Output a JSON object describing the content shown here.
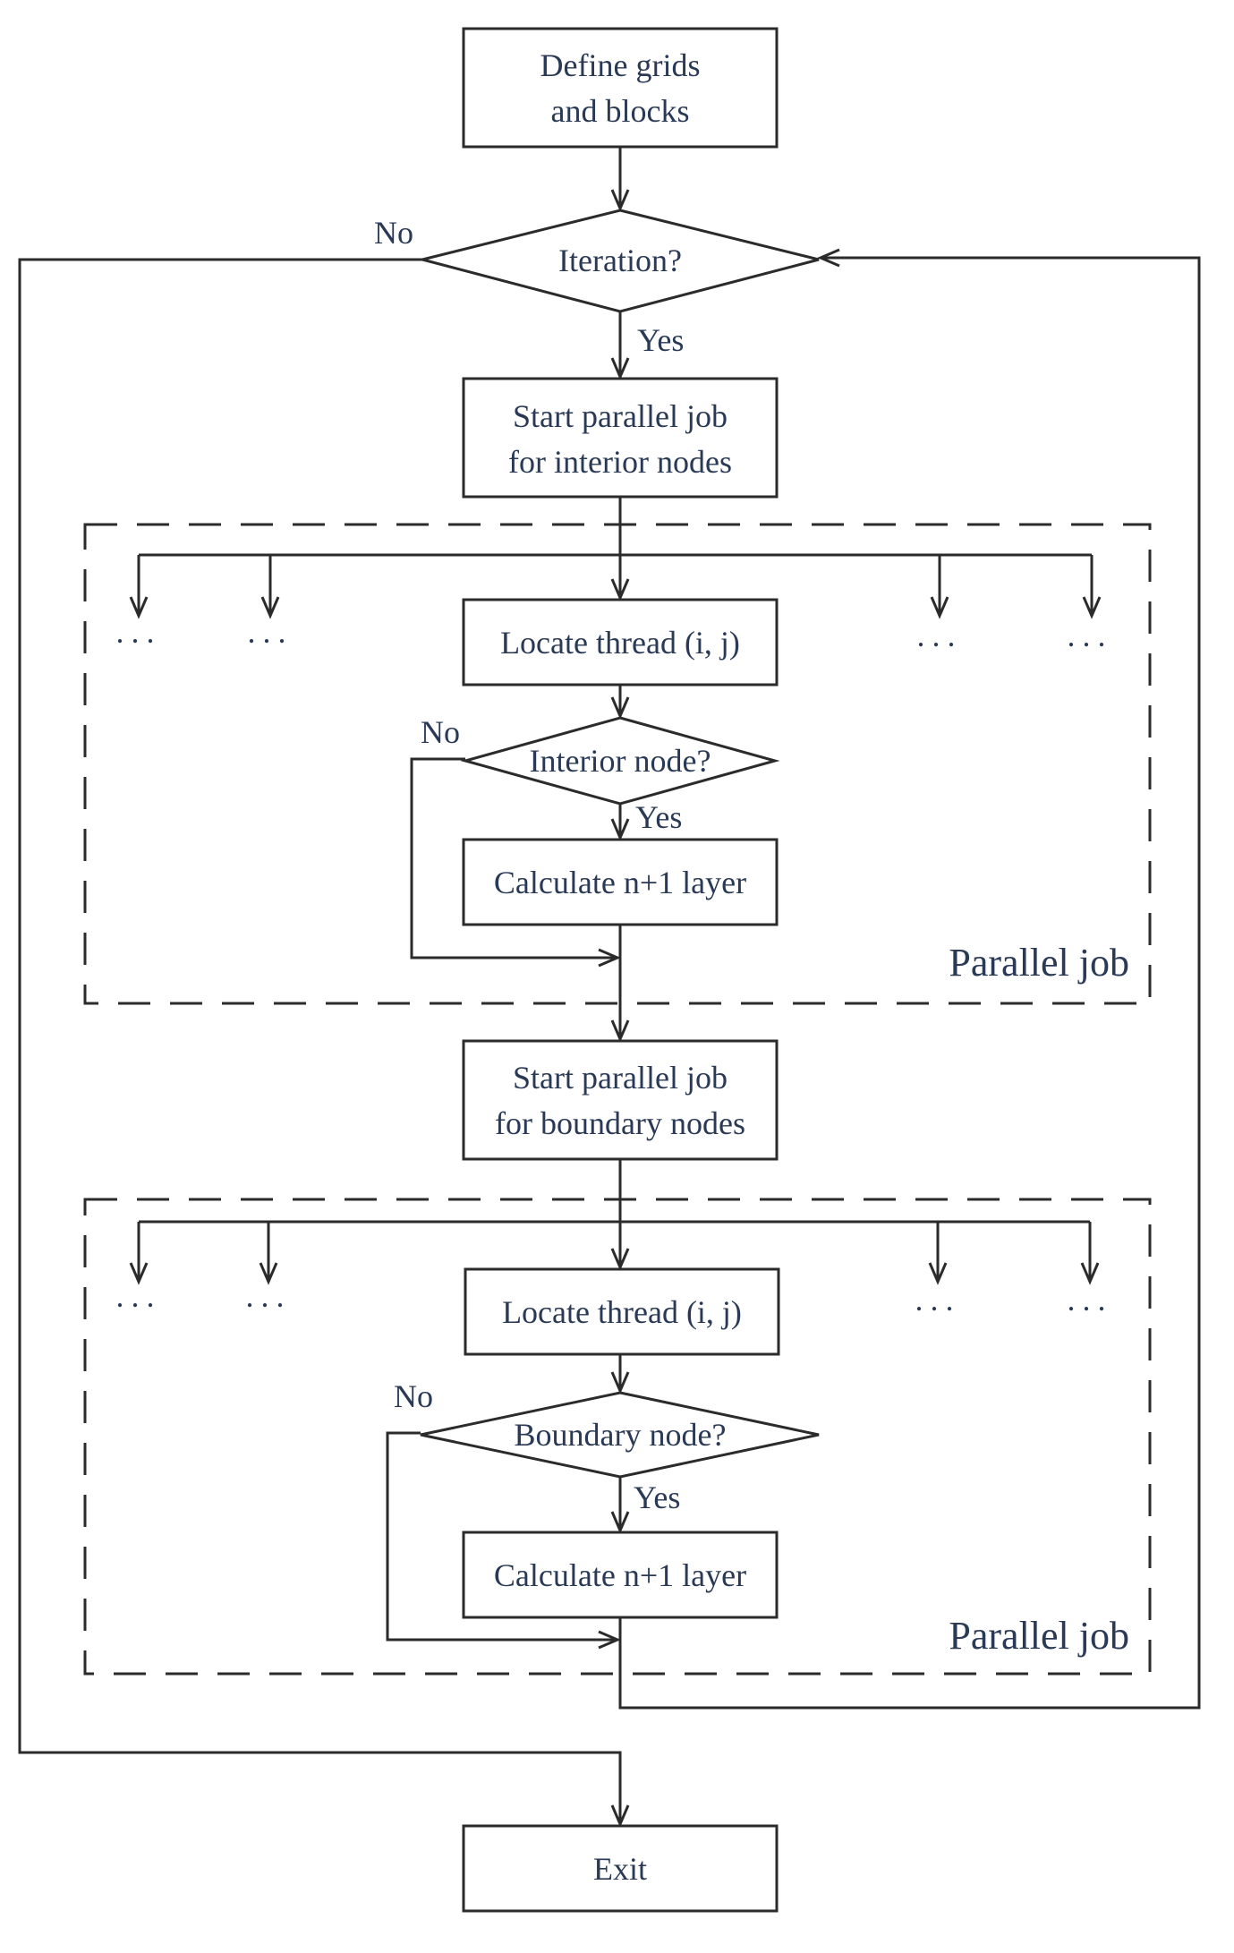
{
  "nodes": {
    "define": [
      "Define grids",
      "and blocks"
    ],
    "iteration": "Iteration?",
    "start_interior": [
      "Start parallel job",
      "for interior nodes"
    ],
    "locate1": "Locate thread (i, j)",
    "interior_q": "Interior node?",
    "calc1": "Calculate n+1 layer",
    "start_boundary": [
      "Start parallel job",
      "for boundary nodes"
    ],
    "locate2": "Locate thread (i, j)",
    "boundary_q": "Boundary node?",
    "calc2": "Calculate n+1 layer",
    "exit": "Exit"
  },
  "labels": {
    "no": "No",
    "yes": "Yes",
    "parallel_job": "Parallel job",
    "ellipsis": "..."
  }
}
